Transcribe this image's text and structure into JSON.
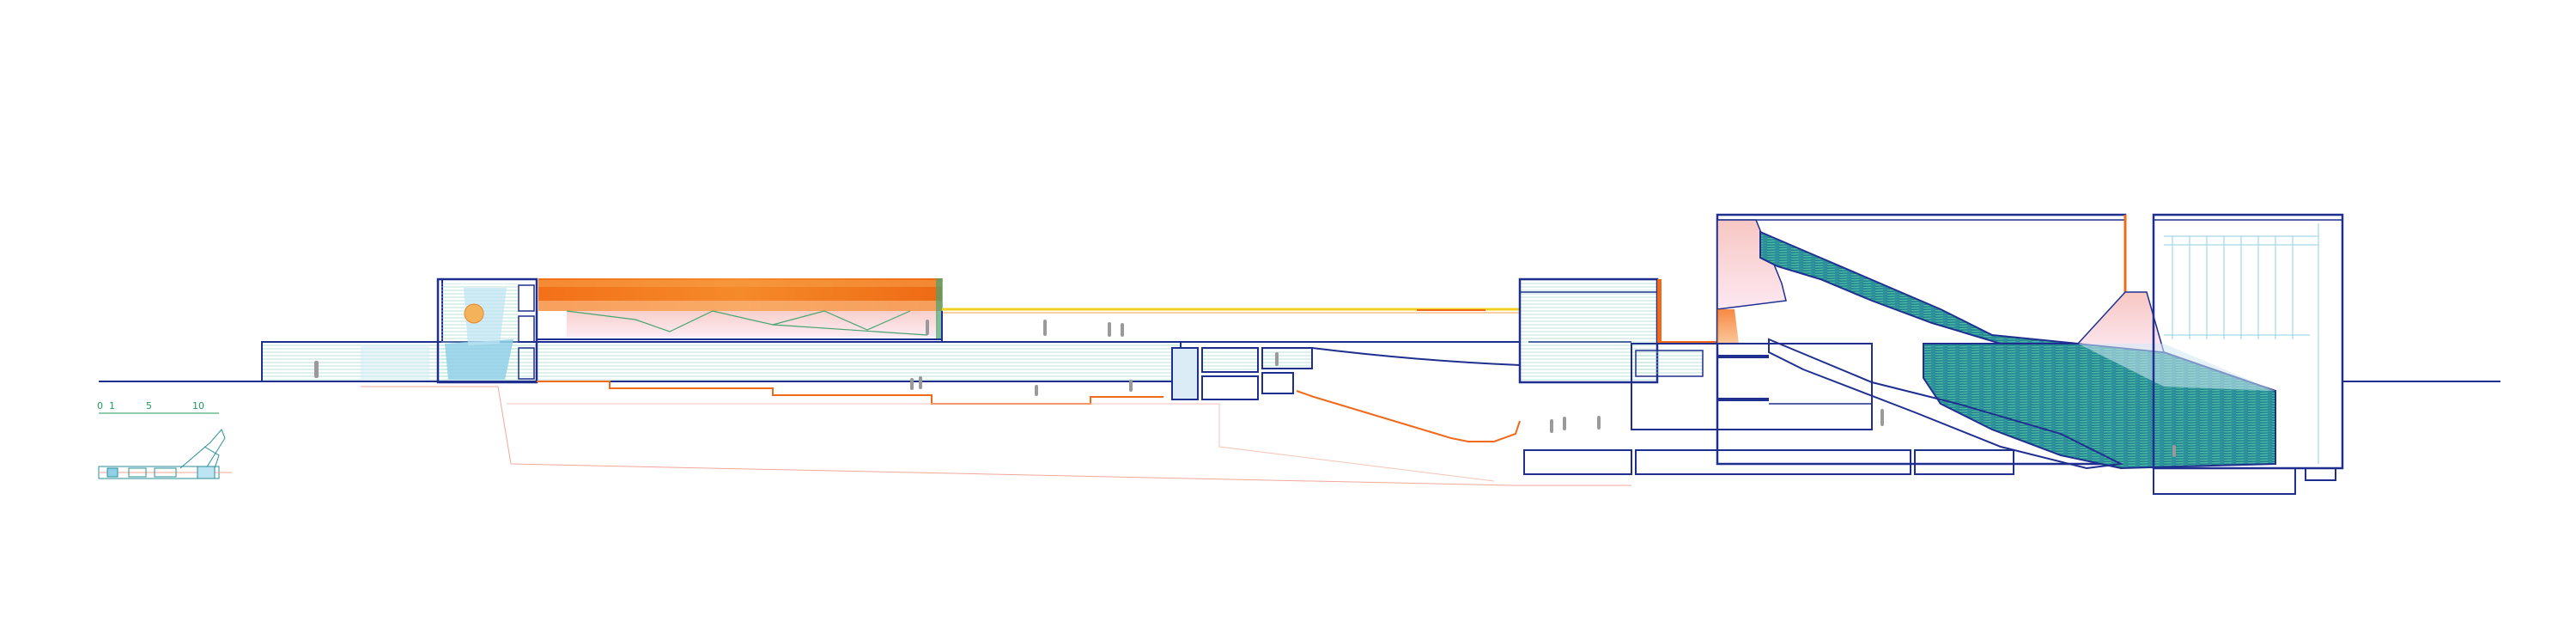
{
  "colors": {
    "outline": "#1f2f8f",
    "accent_orange": "#f06a1a",
    "accent_yellow": "#f2d21e",
    "teal": "#2a8f9a",
    "cyan_fill": "#8fd0e6",
    "green_scale": "#1f9a5a",
    "figure_gray": "#8a8a8a",
    "faint_red": "#f1a79a"
  },
  "scale_bar": {
    "labels": [
      "0",
      "1",
      "5",
      "10"
    ]
  }
}
